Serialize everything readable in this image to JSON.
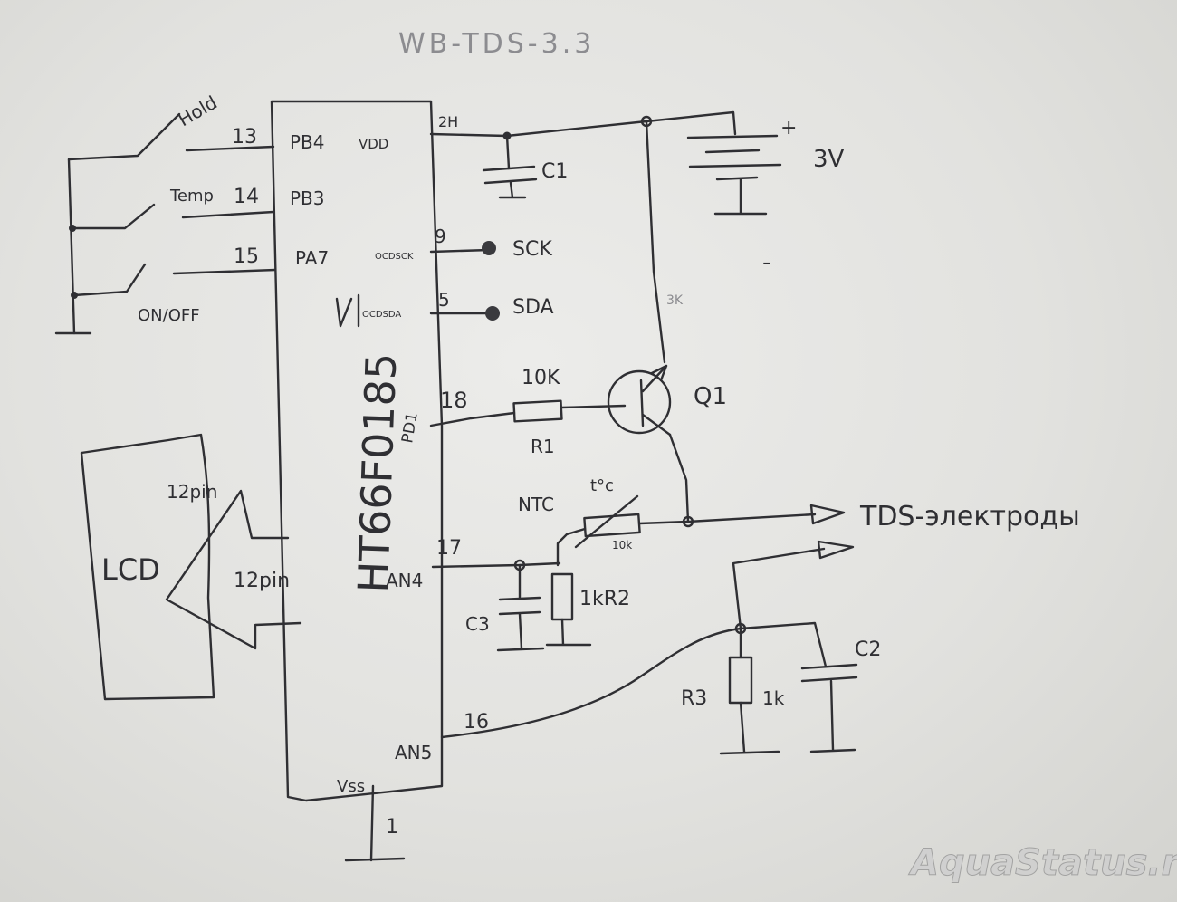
{
  "title": "WB-TDS-3.3",
  "mcu": {
    "part": "HT66F0185",
    "pins": {
      "pb4": "PB4",
      "vdd": "VDD",
      "pb3": "PB3",
      "pa7": "PA7",
      "ocdsck": "OCDSCK",
      "ocdsda": "OCDSDA",
      "pd1": "PD1",
      "an4": "AN4",
      "an5": "AN5",
      "vss": "Vss"
    },
    "pin_numbers": {
      "vdd": "2H",
      "pb4": "13",
      "pb3": "14",
      "pa7": "15",
      "sck": "9",
      "sda": "5",
      "pd1": "18",
      "an4": "17",
      "an5": "16",
      "vss": "1"
    }
  },
  "switches": {
    "hold": "Hold",
    "temp": "Temp",
    "onoff": "ON/OFF"
  },
  "pads": {
    "sck": "SCK",
    "sda": "SDA"
  },
  "battery": {
    "voltage": "3V",
    "plus": "+",
    "minus": "-"
  },
  "components": {
    "c1": "C1",
    "r1_value": "10K",
    "r1": "R1",
    "q1": "Q1",
    "q1_base_note": "3K",
    "ntc": "NTC",
    "ntc_temp": "t°c",
    "ntc_value": "10k",
    "r2": "1kR2",
    "c3": "C3",
    "r3": "R3",
    "r3_value": "1k",
    "c2": "C2"
  },
  "lcd": {
    "label": "LCD",
    "pins_top": "12pin",
    "pins_arrow": "12pin"
  },
  "output": {
    "label": "TDS-электроды"
  },
  "watermark": "AquaStatus.ru"
}
